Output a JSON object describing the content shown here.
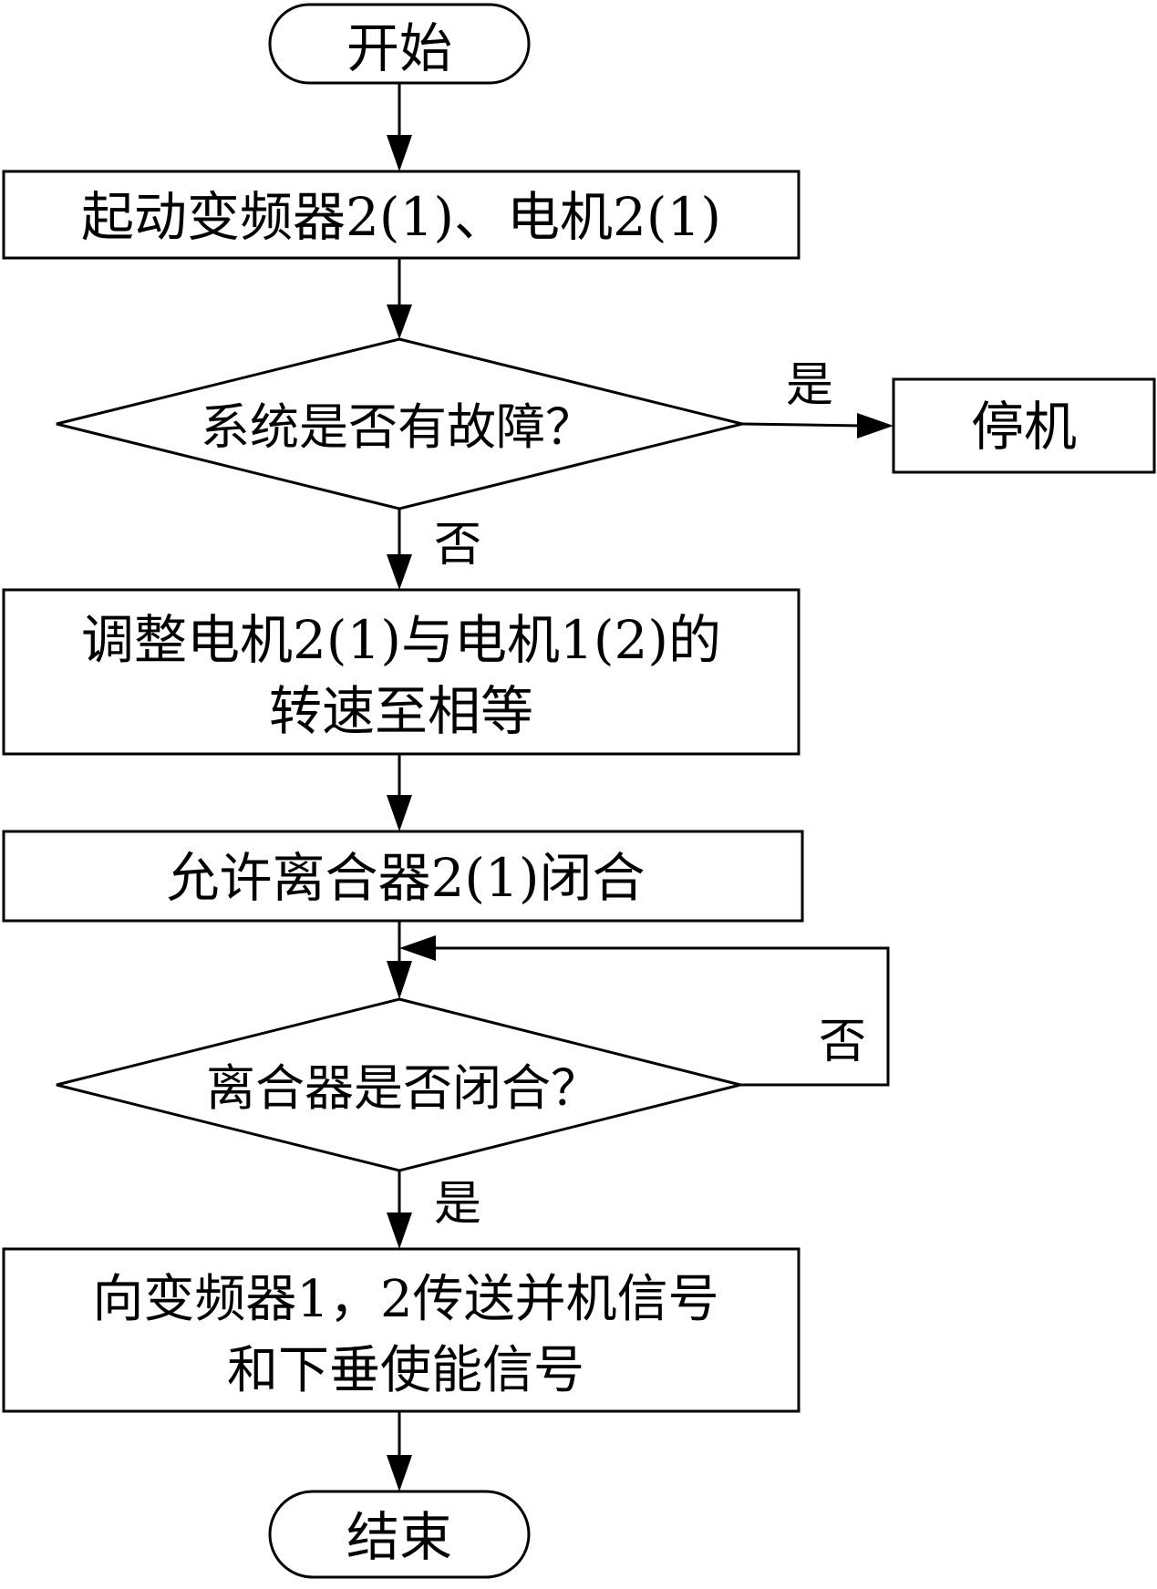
{
  "flowchart": {
    "start": "开始",
    "step1": "起动变频器2(1)、电机2(1)",
    "decision1": "系统是否有故障？",
    "decision1_yes": "是",
    "decision1_no": "否",
    "stop": "停机",
    "step2_line1": "调整电机2(1)与电机1(2)的",
    "step2_line2": "转速至相等",
    "step3": "允许离合器2(1)闭合",
    "decision2": "离合器是否闭合？",
    "decision2_no": "否",
    "decision2_yes": "是",
    "step4_line1": "向变频器1，2传送并机信号",
    "step4_line2": "和下垂使能信号",
    "end": "结束"
  }
}
